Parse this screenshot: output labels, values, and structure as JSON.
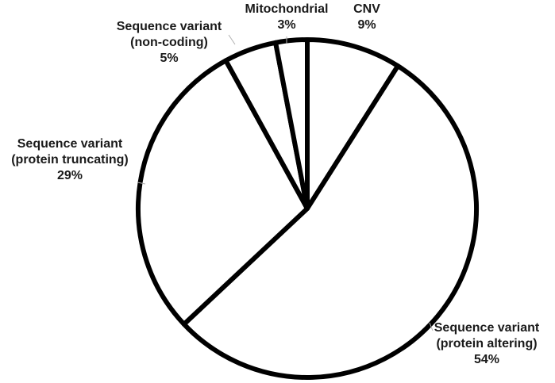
{
  "chart_data": {
    "type": "pie",
    "slices": [
      {
        "name": "CNV",
        "label_lines": [
          "CNV"
        ],
        "pct_text": "9%",
        "value": 9
      },
      {
        "name": "Sequence variant (protein altering)",
        "label_lines": [
          "Sequence variant",
          "(protein altering)"
        ],
        "pct_text": "54%",
        "value": 54
      },
      {
        "name": "Sequence variant (protein truncating)",
        "label_lines": [
          "Sequence variant",
          "(protein truncating)"
        ],
        "pct_text": "29%",
        "value": 29
      },
      {
        "name": "Sequence variant (non-coding)",
        "label_lines": [
          "Sequence variant",
          "(non-coding)"
        ],
        "pct_text": "5%",
        "value": 5
      },
      {
        "name": "Mitochondrial",
        "label_lines": [
          "Mitochondrial"
        ],
        "pct_text": "3%",
        "value": 3
      }
    ],
    "start": "12 o'clock",
    "direction": "clockwise",
    "slice_fill": "#ffffff",
    "slice_stroke": "#000000",
    "legend": "none"
  }
}
